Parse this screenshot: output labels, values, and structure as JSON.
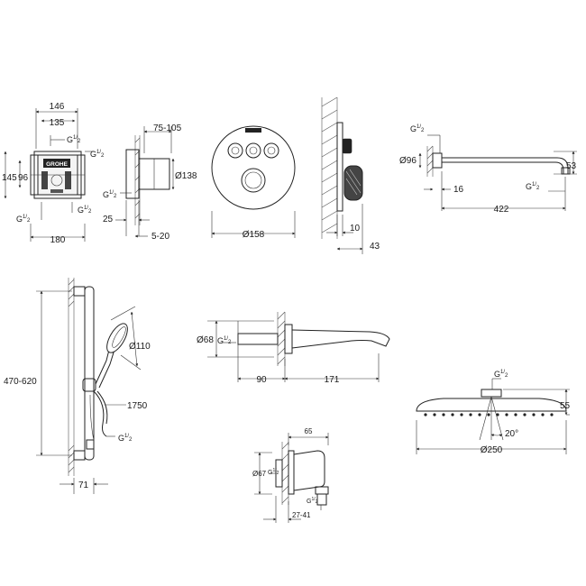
{
  "colors": {
    "line": "#222222",
    "background": "#ffffff"
  },
  "brand_logo": "GROHE",
  "mixer_box": {
    "w146": "146",
    "w135": "135",
    "h145": "145",
    "h96": "96",
    "w180": "180",
    "thread": "G",
    "frac_num": "1",
    "frac_den": "2"
  },
  "mixer_side": {
    "depth": "75-105",
    "dia": "Ø138",
    "d25": "25",
    "d5_20": "5-20"
  },
  "trim_plate": {
    "dia": "Ø158"
  },
  "trim_side": {
    "d10": "10",
    "d43": "43"
  },
  "shower_arm": {
    "dia": "Ø96",
    "d16": "16",
    "length": "422",
    "h53": "53"
  },
  "rail_set": {
    "height": "470-620",
    "head_dia": "Ø110",
    "hose": "1750",
    "d71": "71"
  },
  "spout": {
    "dia": "Ø68",
    "d90": "90",
    "d171": "171"
  },
  "outlet": {
    "w65": "65",
    "dia": "Ø67",
    "range": "27-41"
  },
  "head_shower": {
    "h55": "55",
    "angle": "20°",
    "dia": "Ø250"
  }
}
